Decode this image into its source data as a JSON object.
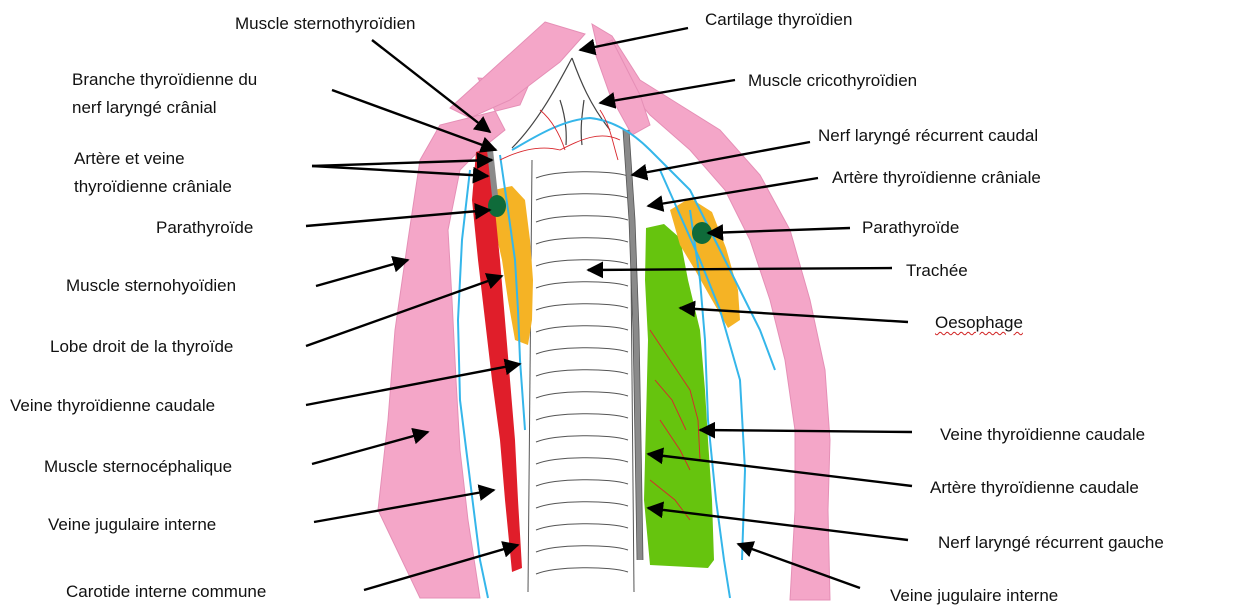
{
  "colors": {
    "muscle": "#f4a6c8",
    "muscle_stroke": "#e58fb6",
    "thyroid": "#f5b325",
    "parathyroid": "#0f6b3a",
    "carotid": "#e01e2a",
    "vein": "#35b6ea",
    "nerve": "#8a8a8a",
    "artery_branch": "#d8262c",
    "esophagus": "#66c40e",
    "trachea_ring": "#555555",
    "arrow": "#000000"
  },
  "labels": {
    "sternothyroid": "Muscle sternothyroïdien",
    "thyroid_cartilage": "Cartilage thyroïdien",
    "thyroid_branch_line1": "Branche thyroïdienne du",
    "thyroid_branch_line2": "nerf laryngé crânial",
    "cricothyroid": "Muscle cricothyroïdien",
    "recurrent_caudal": "Nerf laryngé récurrent caudal",
    "art_vein_cranial_line1": "Artère et veine",
    "art_vein_cranial_line2": "thyroïdienne crâniale",
    "art_cranial": "Artère thyroïdienne crâniale",
    "parathyroid_left": "Parathyroïde",
    "parathyroid_right": "Parathyroïde",
    "sternohyoid": "Muscle sternohyoïdien",
    "trachea": "Trachée",
    "thyroid_lobe": "Lobe droit de la thyroïde",
    "esophagus": "Oesophage",
    "caudal_vein_left": "Veine thyroïdienne caudale",
    "caudal_vein_right": "Veine thyroïdienne caudale",
    "sternocephalic": "Muscle sternocéphalique",
    "caudal_artery": "Artère thyroïdienne caudale",
    "jugular_left": "Veine jugulaire interne",
    "recurrent_left": "Nerf laryngé récurrent gauche",
    "carotid": "Carotide interne commune",
    "jugular_right": "Veine jugulaire interne"
  }
}
